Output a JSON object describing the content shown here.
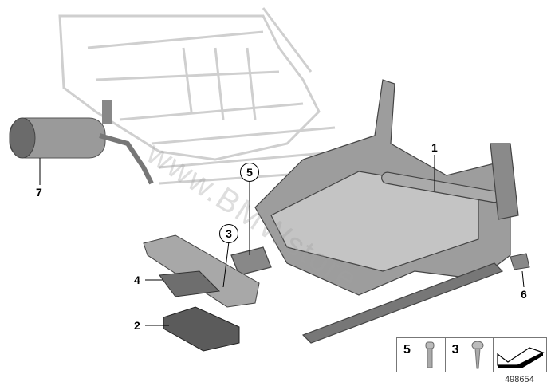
{
  "watermark": "www.BMWstore",
  "callouts": {
    "part1": "1",
    "part2": "2",
    "part3": "3",
    "part4": "4",
    "part5": "5",
    "part6": "6",
    "part7": "7"
  },
  "legend": {
    "items": [
      {
        "number": "5",
        "icon": "bolt-icon"
      },
      {
        "number": "3",
        "icon": "screw-icon"
      },
      {
        "icon": "arrow-icon"
      }
    ]
  },
  "diagram_number": "498654",
  "colors": {
    "ghost": "#d6d6d6",
    "part": "#8a8a8a",
    "dark": "#4a4a4a"
  }
}
